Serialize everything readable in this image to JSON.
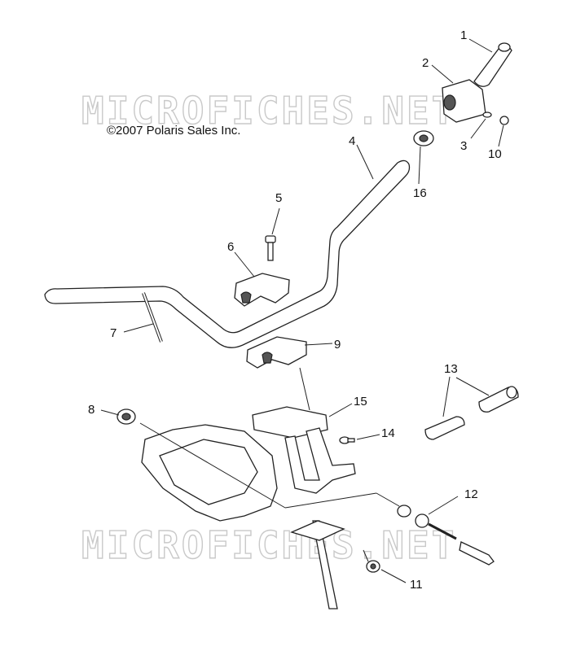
{
  "copyright": "©2007 Polaris Sales Inc.",
  "watermark": "MICROFICHES.NET",
  "callouts": {
    "c1": "1",
    "c2": "2",
    "c3": "3",
    "c4": "4",
    "c5": "5",
    "c6": "6",
    "c7": "7",
    "c8": "8",
    "c9": "9",
    "c10": "10",
    "c11": "11",
    "c12": "12",
    "c13": "13",
    "c14": "14",
    "c15": "15",
    "c16": "16"
  }
}
